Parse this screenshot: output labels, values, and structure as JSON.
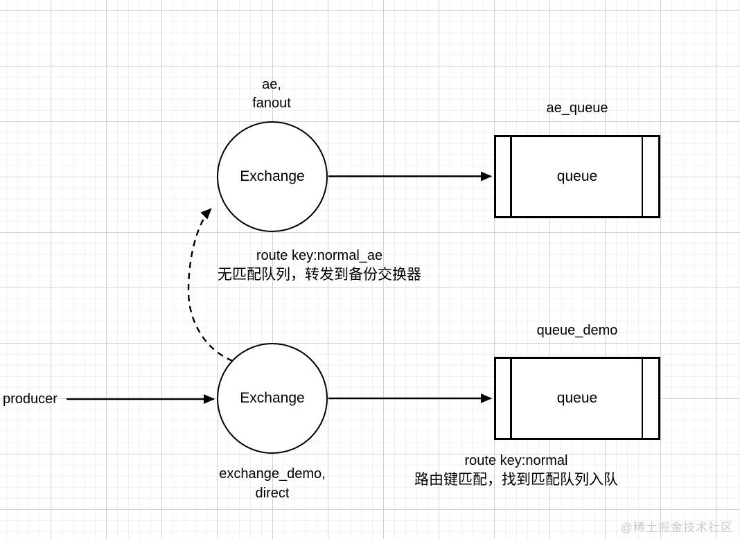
{
  "colors": {
    "line": "#000000",
    "grid_major": "#d2d2d5",
    "grid_minor": "#f2f2f4",
    "watermark_text": "#c9cbce"
  },
  "producer": {
    "label": "producer"
  },
  "top_exchange": {
    "label": "Exchange",
    "caption_line1": "ae,",
    "caption_line2": "fanout"
  },
  "bottom_exchange": {
    "label": "Exchange",
    "caption_line1": "exchange_demo,",
    "caption_line2": "direct"
  },
  "top_queue": {
    "title": "ae_queue",
    "label": "queue"
  },
  "bottom_queue": {
    "title": "queue_demo",
    "label": "queue"
  },
  "ae_route_note": {
    "line1": "route key:normal_ae",
    "line2": "无匹配队列，转发到备份交换器"
  },
  "normal_route_note": {
    "line1": "route key:normal",
    "line2": "路由键匹配，找到匹配队列入队"
  },
  "watermark": "@稀土掘金技术社区"
}
